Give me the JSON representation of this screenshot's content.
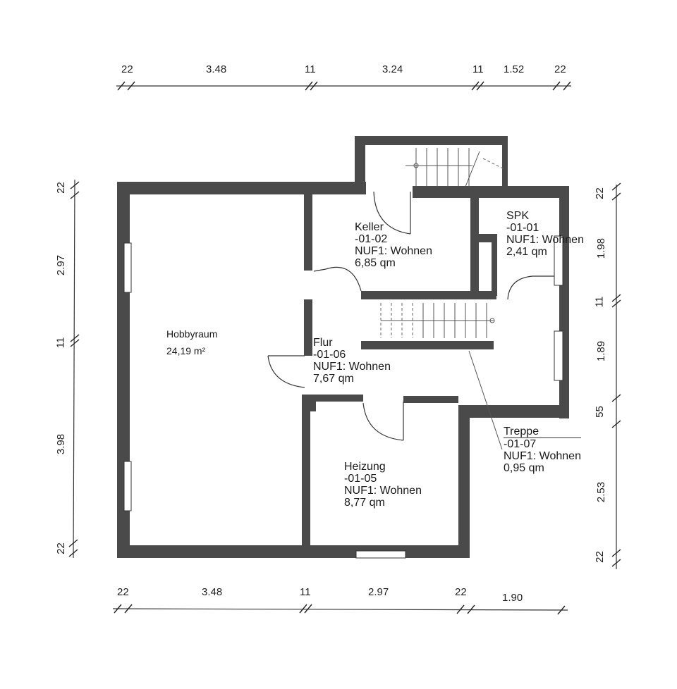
{
  "rooms": {
    "hobby": {
      "name": "Hobbyraum",
      "area": "24,19 m²"
    },
    "keller": {
      "name": "Keller",
      "code": "-01-02",
      "use": "NUF1: Wohnen",
      "area": "6,85 qm"
    },
    "spk": {
      "name": "SPK",
      "code": "-01-01",
      "use": "NUF1: Wohnen",
      "area": "2,41 qm"
    },
    "flur": {
      "name": "Flur",
      "code": "-01-06",
      "use": "NUF1: Wohnen",
      "area": "7,67 qm"
    },
    "treppe": {
      "name": "Treppe",
      "code": "-01-07",
      "use": "NUF1: Wohnen",
      "area": "0,95 qm"
    },
    "heizung": {
      "name": "Heizung",
      "code": "-01-05",
      "use": "NUF1: Wohnen",
      "area": "8,77 qm"
    }
  },
  "dimensions": {
    "top": [
      "22",
      "3.48",
      "11",
      "3.24",
      "11",
      "1.52",
      "22"
    ],
    "bottom": [
      "22",
      "3.48",
      "11",
      "2.97",
      "22",
      "1.90"
    ],
    "left": [
      "22",
      "2.97",
      "11",
      "3.98",
      "22"
    ],
    "right": [
      "22",
      "1.98",
      "11",
      "1.89",
      "55",
      "2.53",
      "22"
    ]
  }
}
